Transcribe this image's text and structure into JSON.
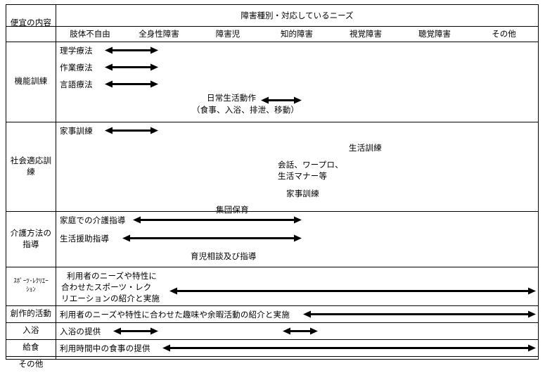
{
  "document": {
    "type": "table",
    "language": "ja",
    "title_col_header": "便宜の内容",
    "group_header": "障害種別・対応しているニーズ"
  },
  "columns": [
    {
      "id": "c1",
      "label": "肢体不自由"
    },
    {
      "id": "c2",
      "label": "全身性障害"
    },
    {
      "id": "c3",
      "label": "障害児"
    },
    {
      "id": "c4",
      "label": "知的障害"
    },
    {
      "id": "c5",
      "label": "視覚障害"
    },
    {
      "id": "c6",
      "label": "聴覚障害"
    },
    {
      "id": "c7",
      "label": "その他"
    }
  ],
  "rows": [
    {
      "id": "r1",
      "label": "機能訓練",
      "items": [
        {
          "text": "理学療法"
        },
        {
          "text": "作業療法"
        },
        {
          "text": "言語療法"
        },
        {
          "text": "日常生活動作"
        },
        {
          "text": "（食事、入浴、排泄、移動）"
        }
      ]
    },
    {
      "id": "r2",
      "label": "社会適応訓\n練",
      "items": [
        {
          "text": "家事訓練"
        },
        {
          "text": "生活訓練"
        },
        {
          "text": "会話、ワープロ、"
        },
        {
          "text": "生活マナー等"
        },
        {
          "text": "家事訓練"
        },
        {
          "text": "集団保育"
        }
      ]
    },
    {
      "id": "r3",
      "label": "介護方法の\n指導",
      "items": [
        {
          "text": "家庭での介護指導"
        },
        {
          "text": "生活援助指導"
        },
        {
          "text": "育児相談及び指導"
        }
      ]
    },
    {
      "id": "r4",
      "label": "ｽﾎﾟｰﾂ･ﾚｸﾘｴｰ\nｼｮﾝ",
      "items": [
        {
          "text": "利用者のニーズや特性に"
        },
        {
          "text": "合わせたスポーツ・レク"
        },
        {
          "text": "リエーションの紹介と実施"
        }
      ]
    },
    {
      "id": "r5",
      "label": "創作的活動",
      "items": [
        {
          "text": "利用者のニーズや特性に合わせた趣味や余暇活動の紹介と実施"
        }
      ]
    },
    {
      "id": "r6",
      "label": "入浴",
      "items": [
        {
          "text": "入浴の提供"
        }
      ]
    },
    {
      "id": "r7",
      "label": "給食",
      "items": [
        {
          "text": "利用時間中の食事の提供"
        }
      ]
    },
    {
      "id": "r8",
      "label": "その他",
      "items": []
    }
  ],
  "arrows": [
    {
      "id": "a1",
      "row": "r1",
      "note": "理学療法",
      "style": "double"
    },
    {
      "id": "a2",
      "row": "r1",
      "note": "作業療法",
      "style": "double"
    },
    {
      "id": "a3",
      "row": "r1",
      "note": "言語療法",
      "style": "double"
    },
    {
      "id": "a4",
      "row": "r1",
      "note": "日常生活動作",
      "style": "double"
    },
    {
      "id": "a5",
      "row": "r2",
      "note": "家事訓練",
      "style": "double"
    },
    {
      "id": "a6",
      "row": "r3",
      "note": "家庭での介護指導",
      "style": "double"
    },
    {
      "id": "a7",
      "row": "r3",
      "note": "生活援助指導",
      "style": "double"
    },
    {
      "id": "a8",
      "row": "r4",
      "note": "スポーツ・レクリエーション",
      "style": "double"
    },
    {
      "id": "a9",
      "row": "r5",
      "note": "創作的活動",
      "style": "double"
    },
    {
      "id": "a10",
      "row": "r6",
      "note": "入浴の提供 左",
      "style": "double"
    },
    {
      "id": "a11",
      "row": "r6",
      "note": "入浴の提供 右",
      "style": "double"
    },
    {
      "id": "a12",
      "row": "r7",
      "note": "給食",
      "style": "double"
    }
  ],
  "colors": {
    "ink": "#000000",
    "paper": "#ffffff"
  }
}
